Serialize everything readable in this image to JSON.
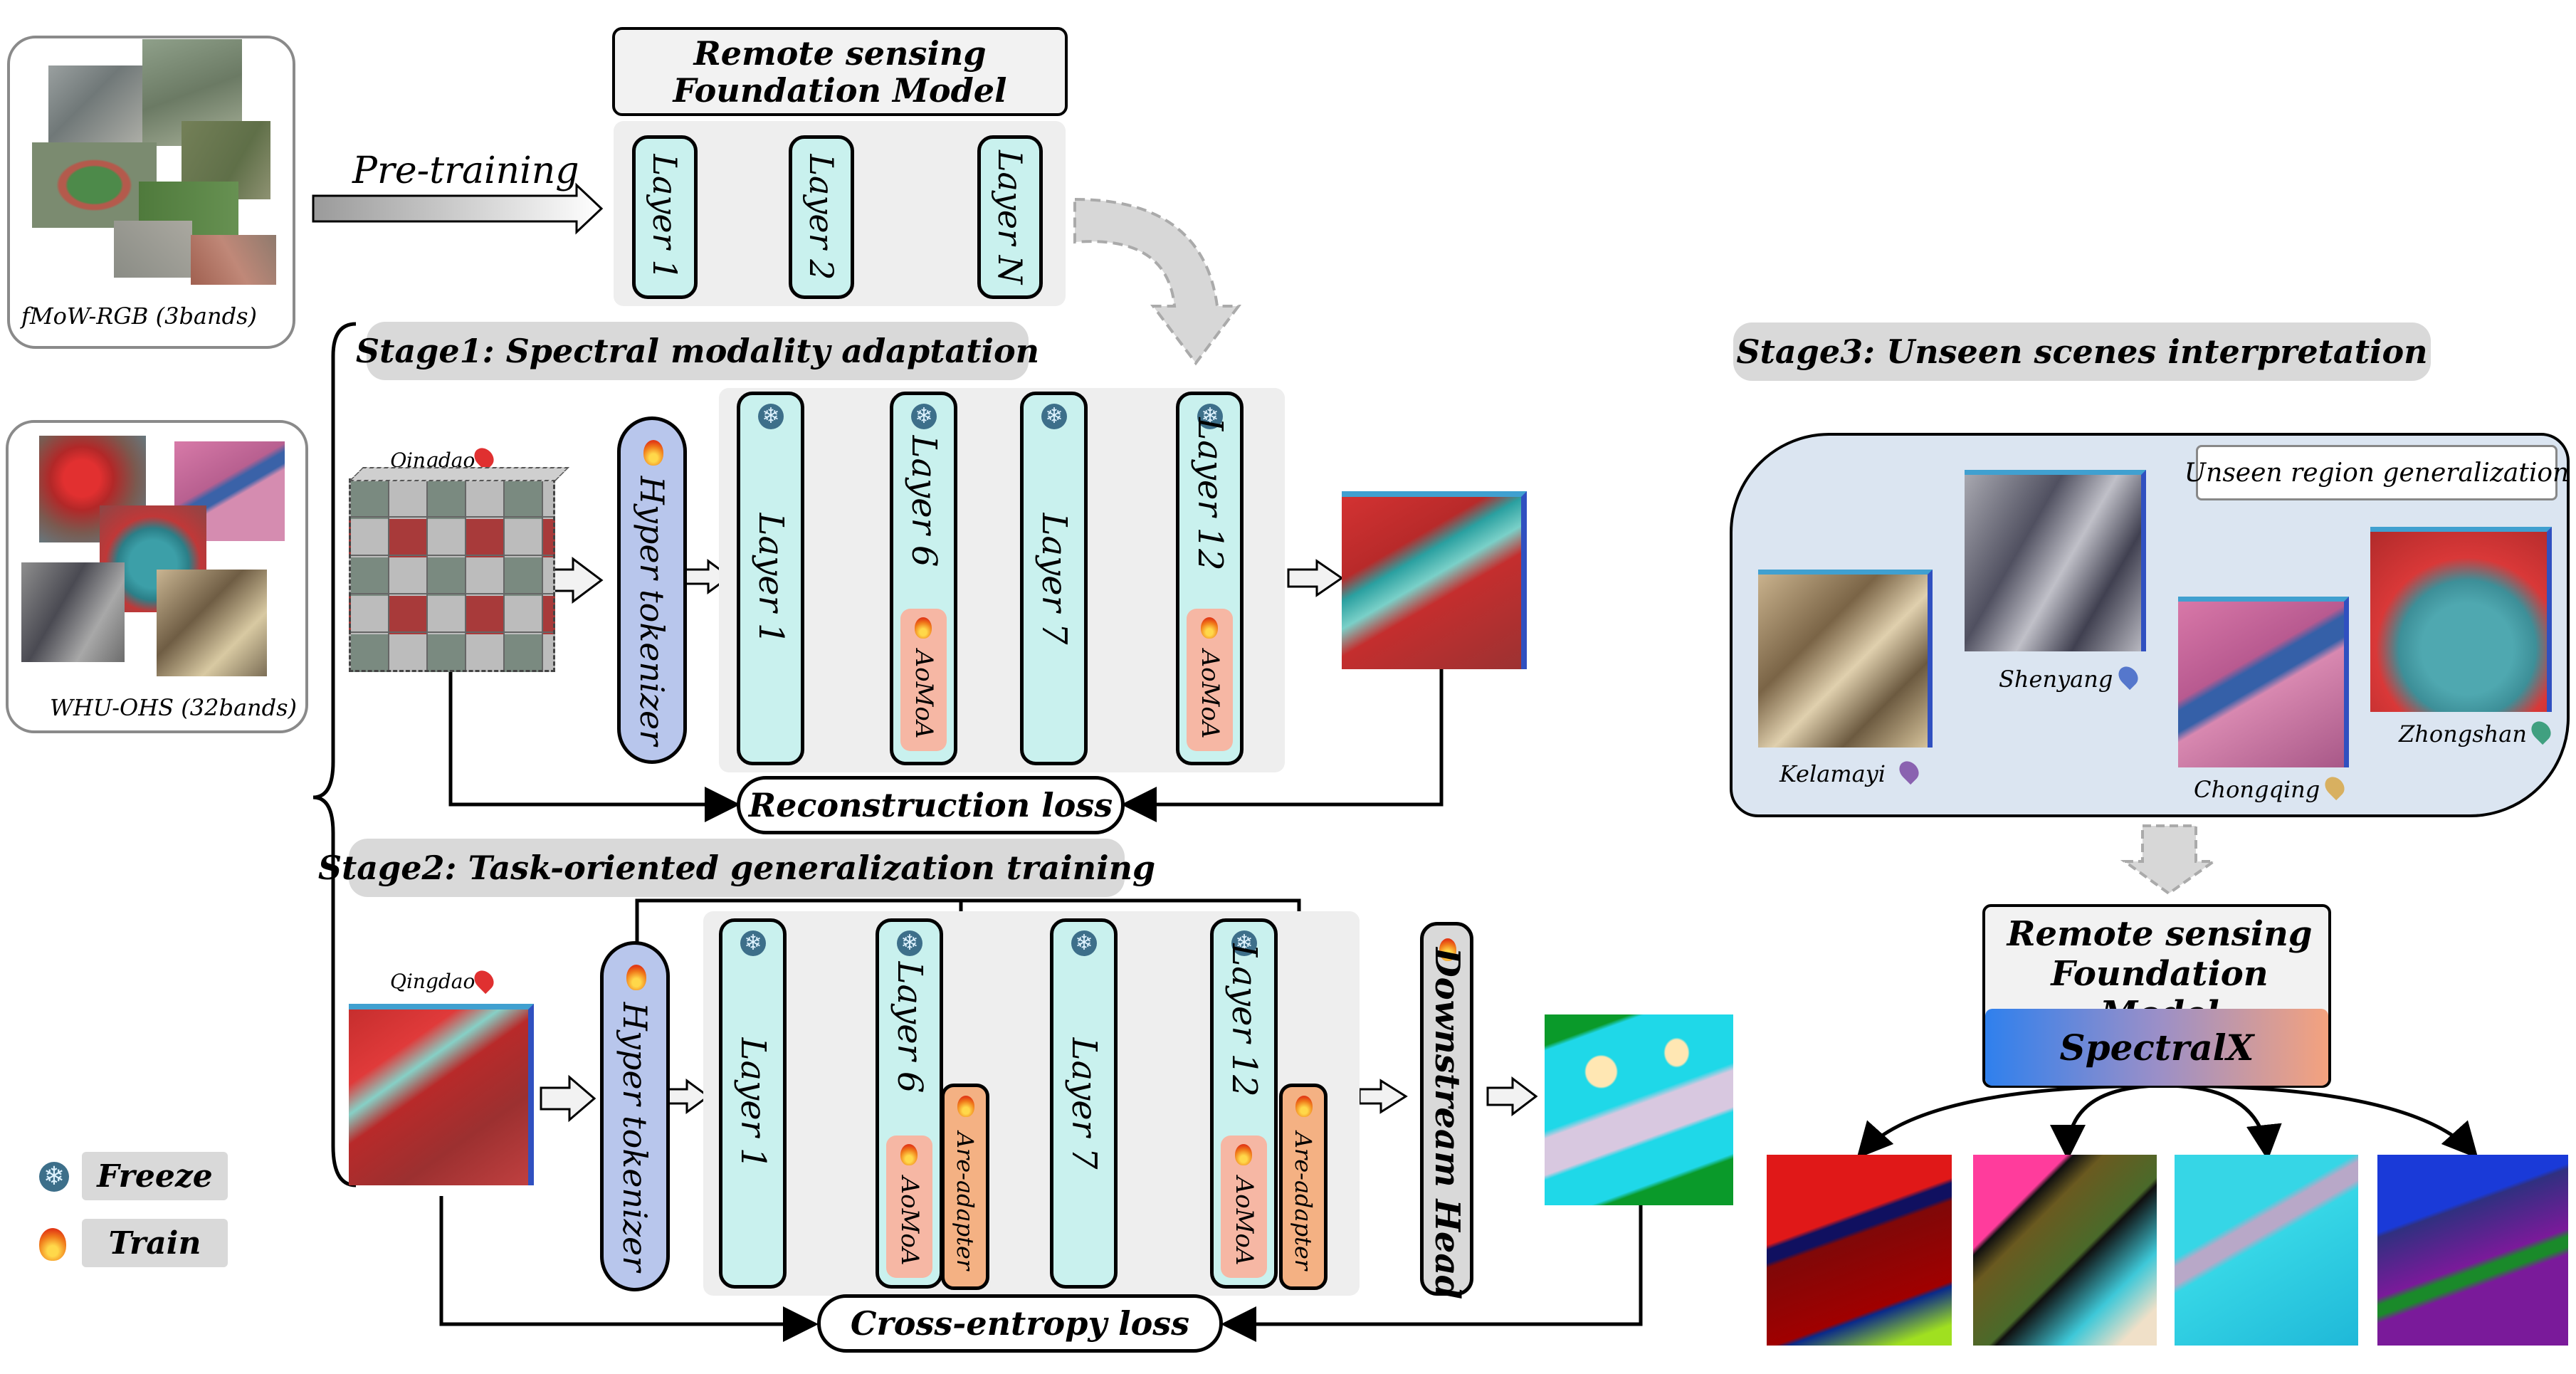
{
  "pretrain": {
    "dataset_label": "fMoW-RGB (3bands)",
    "arrow_label": "Pre-training",
    "model_title": "Remote sensing Foundation Model",
    "layers": [
      "Layer 1",
      "Layer 2",
      "Layer N"
    ]
  },
  "stage1": {
    "title": "Stage1: Spectral modality adaptation",
    "location": "Qingdao",
    "tokenizer": "Hyper tokenizer",
    "layers": [
      "Layer 1",
      "Layer 6",
      "Layer 7",
      "Layer 12"
    ],
    "adapter": "AoMoA",
    "loss": "Reconstruction loss"
  },
  "stage2": {
    "title": "Stage2: Task-oriented generalization training",
    "location": "Qingdao",
    "tokenizer": "Hyper tokenizer",
    "layers": [
      "Layer 1",
      "Layer 6",
      "Layer 7",
      "Layer 12"
    ],
    "adapter": "AoMoA",
    "are_adapter": "Are-adapter",
    "head": "Downstream Head",
    "loss": "Cross-entropy loss"
  },
  "hsi_dataset_label": "WHU-OHS (32bands)",
  "legend": {
    "freeze": "Freeze",
    "train": "Train"
  },
  "stage3": {
    "title": "Stage3: Unseen scenes interpretation",
    "region_label": "Unseen region generalization",
    "cities": [
      "Kelamayi",
      "Shenyang",
      "Chongqing",
      "Zhongshan"
    ],
    "model_title": "Remote sensing Foundation Model",
    "model_name": "SpectralX"
  },
  "colors": {
    "layer_fill": "#c9f1ee",
    "tokenizer_fill": "#b8c6ec",
    "aomoa_fill": "#f6b7a4",
    "are_adapter_fill": "#f4b183",
    "head_fill": "#d9d9d9",
    "pill_fill": "#d9d9d9",
    "stage3_panel": "#dbe5f1",
    "spectralx_gradient": [
      "#2f80ed",
      "#f4a27e"
    ]
  },
  "icons": [
    "snowflake-icon",
    "flame-icon",
    "location-pin-icon",
    "arrow-icon",
    "ellipsis-icon"
  ]
}
